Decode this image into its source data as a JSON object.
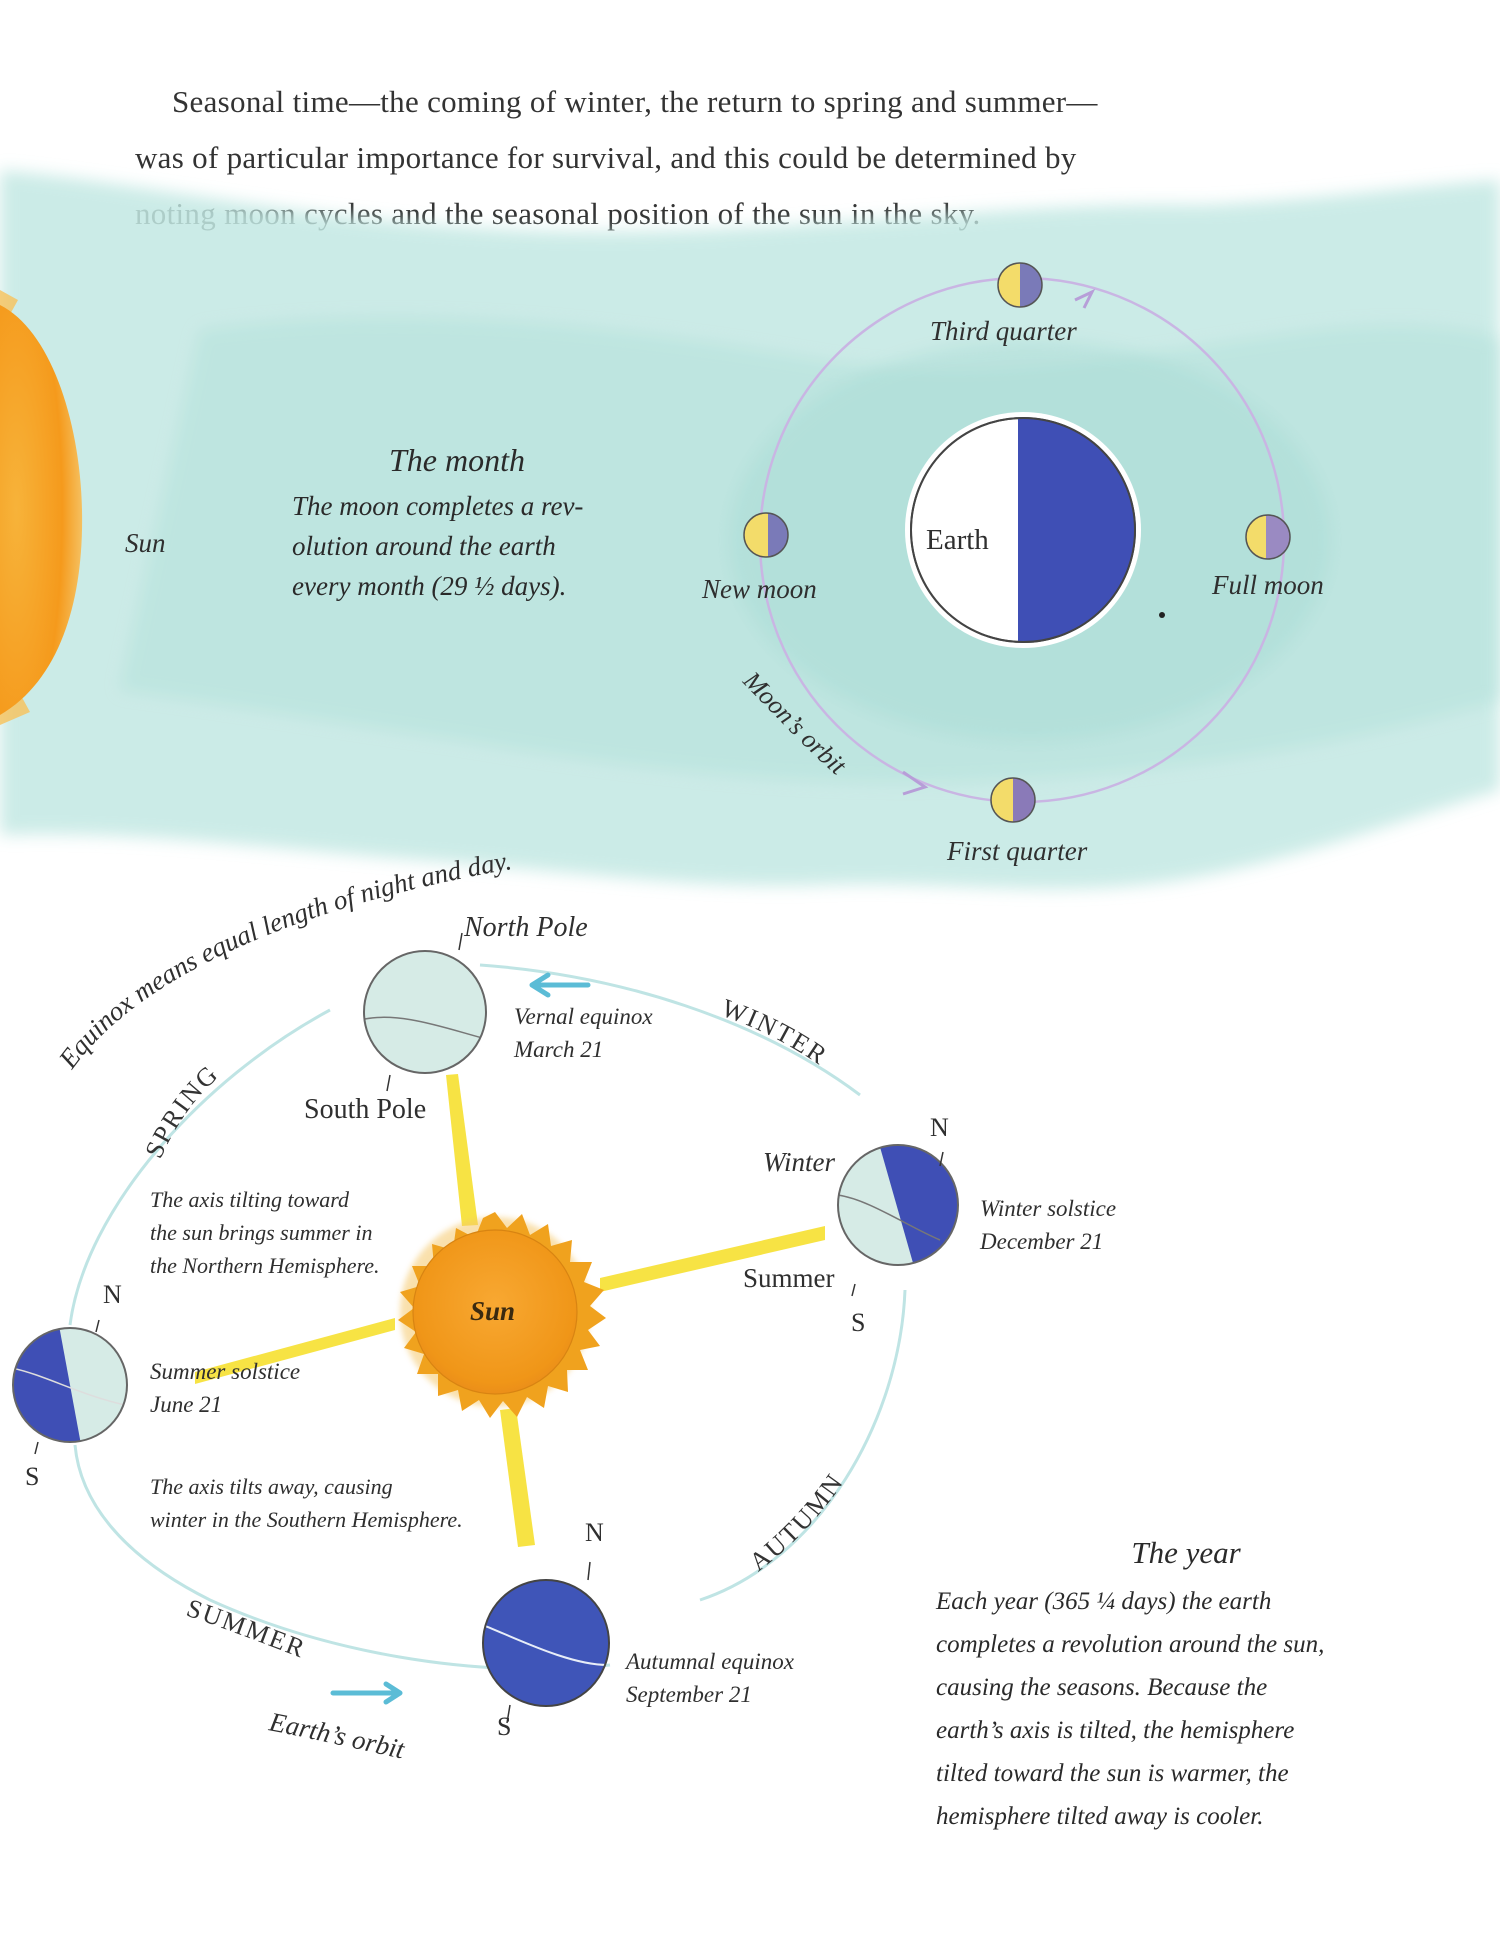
{
  "intro": {
    "line1": "Seasonal time—the coming of winter, the return to spring and summer—",
    "line2": "was of particular importance for survival, and this could be determined by",
    "line3": "noting moon cycles and the seasonal position of the sun in the sky."
  },
  "month": {
    "title": "The month",
    "lines": [
      "The moon completes a rev-",
      "olution around the earth",
      "every month (29 ½ days)."
    ],
    "sun_label": "Sun",
    "earth_label": "Earth",
    "phases": {
      "third_quarter": "Third quarter",
      "new_moon": "New moon",
      "full_moon": "Full moon",
      "first_quarter": "First quarter"
    },
    "orbit_label": "Moon’s orbit"
  },
  "year": {
    "equinox_note": "Equinox means equal length of night and day.",
    "north_pole": "North Pole",
    "south_pole": "South Pole",
    "vernal": [
      "Vernal equinox",
      "March 21"
    ],
    "winter_solstice": [
      "Winter solstice",
      "December 21"
    ],
    "summer_solstice": [
      "Summer solstice",
      "June 21"
    ],
    "autumnal": [
      "Autumnal equinox",
      "September 21"
    ],
    "seasons": {
      "spring": "SPRING",
      "winter": "WINTER",
      "autumn": "AUTUMN",
      "summer": "SUMMER"
    },
    "winter_word": "Winter",
    "summer_word": "Summer",
    "n": "N",
    "s": "S",
    "sun_label": "Sun",
    "tilt_toward": [
      "The axis tilting toward",
      "the sun brings summer in",
      "the Northern Hemisphere."
    ],
    "tilt_away": [
      "The axis tilts away, causing",
      "winter in the Southern Hemisphere."
    ],
    "orbit_label": "Earth’s orbit",
    "title": "The year",
    "lines": [
      "Each year (365 ¼ days) the earth",
      "completes a revolution around the sun,",
      "causing the seasons. Because the",
      "earth’s axis is tilted, the hemisphere",
      "tilted toward the sun is warmer, the",
      "hemisphere tilted away is cooler."
    ]
  },
  "colors": {
    "wash": "#bfe5e0",
    "sun_orange": "#f5a623",
    "earth_blue": "#3f4fb5",
    "moon_yellow": "#f3dc6a",
    "moon_dark": "#7a7ab8",
    "orbit_purple": "#c7b3e0",
    "ray_yellow": "#f7e23a",
    "pale_globe": "#d6ebe6"
  }
}
